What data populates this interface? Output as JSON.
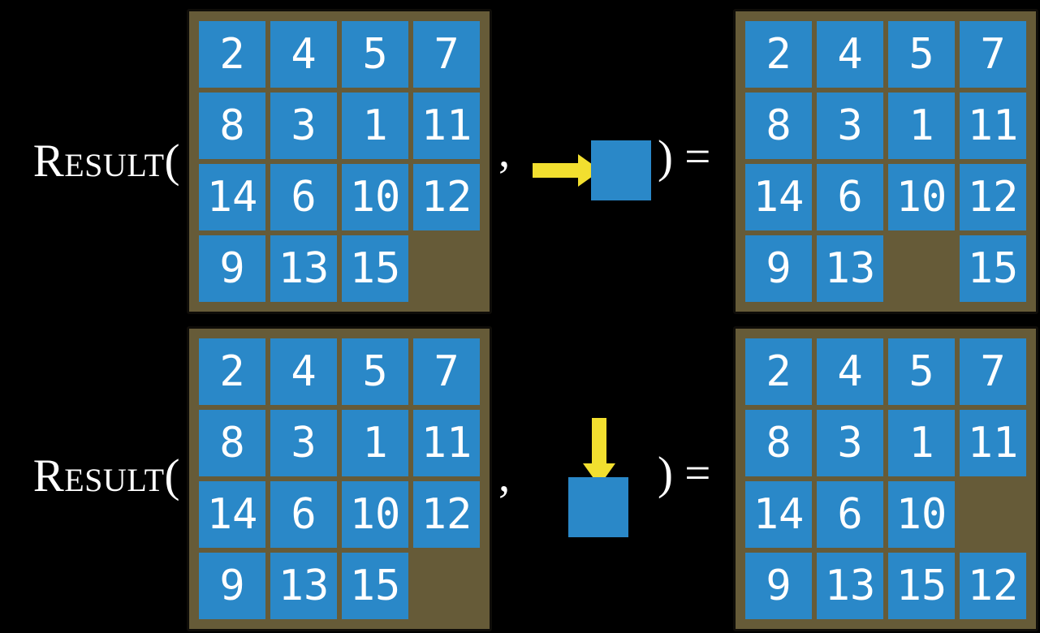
{
  "figure": {
    "function_name": "Result(",
    "comma": ",",
    "equals": ") =",
    "colors": {
      "background": "#000000",
      "board": "#665B38",
      "board_border": "#0F0D09",
      "tile": "#2A88C8",
      "tile_text": "#FFFFFF",
      "label_text": "#FFFFFF",
      "arrow": "#F2DF2F"
    },
    "examples": [
      {
        "action": {
          "direction": "right",
          "arrow_icon": "right-arrow-icon"
        },
        "input_grid": [
          [
            "2",
            "4",
            "5",
            "7"
          ],
          [
            "8",
            "3",
            "1",
            "11"
          ],
          [
            "14",
            "6",
            "10",
            "12"
          ],
          [
            "9",
            "13",
            "15",
            ""
          ]
        ],
        "output_grid": [
          [
            "2",
            "4",
            "5",
            "7"
          ],
          [
            "8",
            "3",
            "1",
            "11"
          ],
          [
            "14",
            "6",
            "10",
            "12"
          ],
          [
            "9",
            "13",
            "",
            "15"
          ]
        ]
      },
      {
        "action": {
          "direction": "down",
          "arrow_icon": "down-arrow-icon"
        },
        "input_grid": [
          [
            "2",
            "4",
            "5",
            "7"
          ],
          [
            "8",
            "3",
            "1",
            "11"
          ],
          [
            "14",
            "6",
            "10",
            "12"
          ],
          [
            "9",
            "13",
            "15",
            ""
          ]
        ],
        "output_grid": [
          [
            "2",
            "4",
            "5",
            "7"
          ],
          [
            "8",
            "3",
            "1",
            "11"
          ],
          [
            "14",
            "6",
            "10",
            ""
          ],
          [
            "9",
            "13",
            "15",
            "12"
          ]
        ]
      }
    ]
  }
}
